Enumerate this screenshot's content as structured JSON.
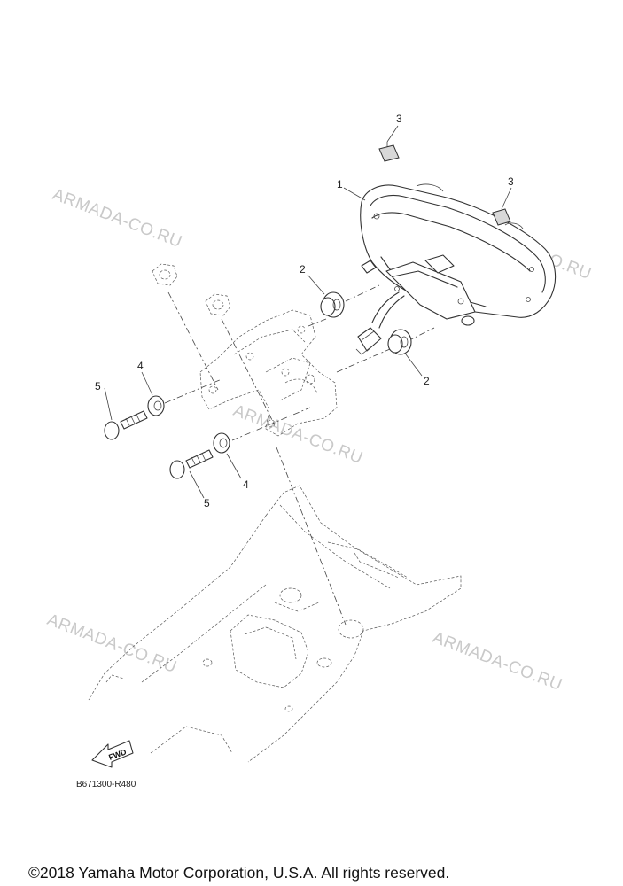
{
  "diagram": {
    "callouts": [
      "1",
      "2",
      "2",
      "3",
      "3",
      "4",
      "4",
      "5",
      "5"
    ],
    "watermark": "ARMADA-CO.RU",
    "fwd_label": "FWD",
    "drawing_code": "B671300-R480"
  },
  "footer": {
    "copyright": "©2018 Yamaha Motor Corporation, U.S.A. All rights reserved."
  }
}
